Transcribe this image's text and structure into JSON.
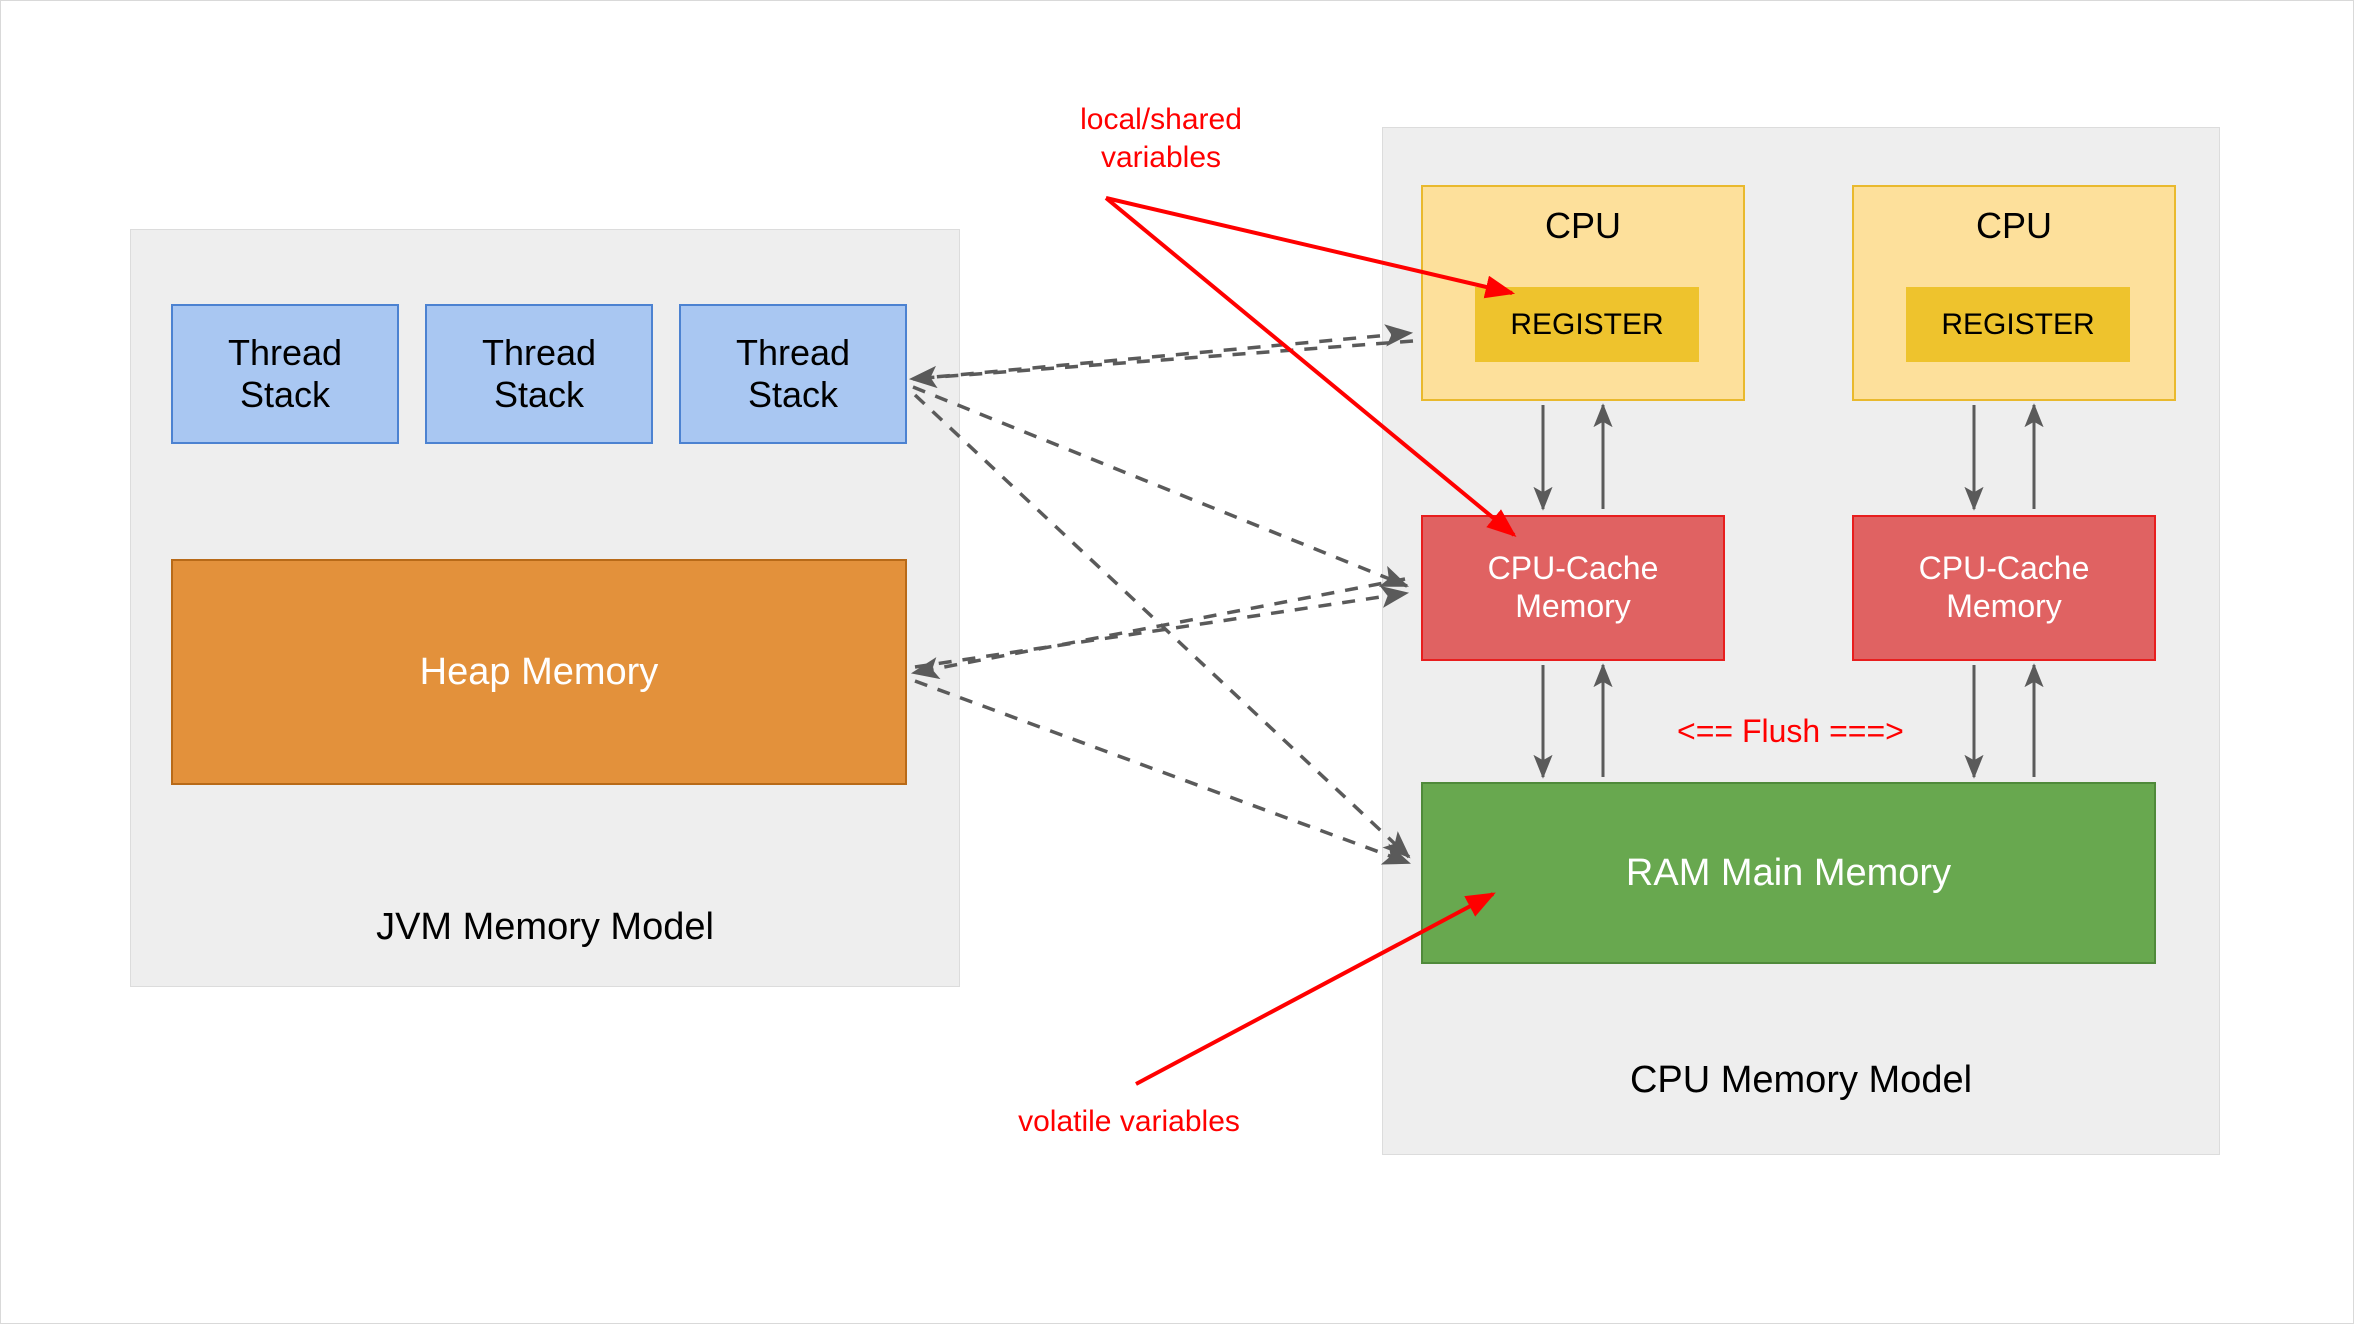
{
  "diagram": {
    "title": "JVM Memory Model and CPU Memory Model",
    "colors": {
      "panel_bg": "#eeeeee",
      "panel_border": "#dcdcdc",
      "thread_stack_fill": "#a9c7f2",
      "thread_stack_border": "#4c82d1",
      "heap_fill": "#e3913b",
      "heap_border": "#b86a18",
      "cpu_fill": "#fde09b",
      "cpu_border": "#e9b92d",
      "register_fill": "#eec32d",
      "cache_fill": "#e06262",
      "cache_border": "#e81e1e",
      "ram_fill": "#68a84f",
      "ram_border": "#4f8a3a",
      "annotation_red": "#ff0000",
      "connector_gray": "#5a5a5a"
    }
  },
  "jvm_panel": {
    "caption": "JVM Memory Model",
    "thread_stacks": [
      {
        "line1": "Thread",
        "line2": "Stack"
      },
      {
        "line1": "Thread",
        "line2": "Stack"
      },
      {
        "line1": "Thread",
        "line2": "Stack"
      }
    ],
    "heap": {
      "label": "Heap Memory"
    }
  },
  "cpu_panel": {
    "caption": "CPU Memory Model",
    "cpus": [
      {
        "label": "CPU",
        "register": "REGISTER",
        "cache_line1": "CPU-Cache",
        "cache_line2": "Memory"
      },
      {
        "label": "CPU",
        "register": "REGISTER",
        "cache_line1": "CPU-Cache",
        "cache_line2": "Memory"
      }
    ],
    "ram": {
      "label": "RAM Main Memory"
    },
    "flush_label": "<== Flush ===>"
  },
  "annotations": {
    "local_shared": {
      "line1": "local/shared",
      "line2": "variables"
    },
    "volatile": {
      "text": "volatile variables"
    }
  }
}
